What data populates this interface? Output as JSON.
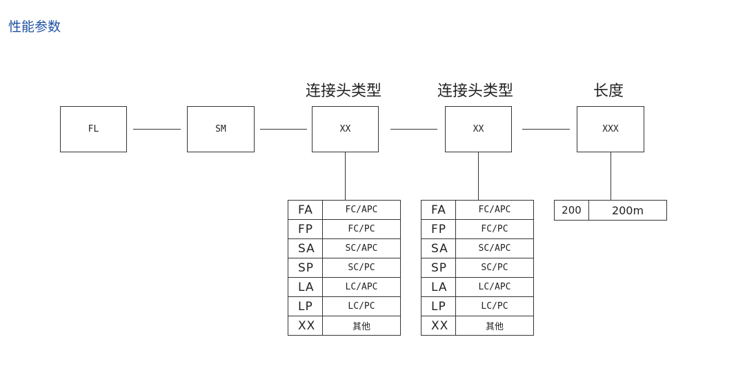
{
  "page_title": "性能参数",
  "headers": {
    "connector1": "连接头类型",
    "connector2": "连接头类型",
    "length": "长度"
  },
  "boxes": {
    "fl": "FL",
    "sm": "SM",
    "conn1": "XX",
    "conn2": "XX",
    "len": "XXX"
  },
  "connector_table_1": [
    {
      "code": "FA",
      "desc": "FC/APC"
    },
    {
      "code": "FP",
      "desc": "FC/PC"
    },
    {
      "code": "SA",
      "desc": "SC/APC"
    },
    {
      "code": "SP",
      "desc": "SC/PC"
    },
    {
      "code": "LA",
      "desc": "LC/APC"
    },
    {
      "code": "LP",
      "desc": "LC/PC"
    },
    {
      "code": "XX",
      "desc": "其他"
    }
  ],
  "connector_table_2": [
    {
      "code": "FA",
      "desc": "FC/APC"
    },
    {
      "code": "FP",
      "desc": "FC/PC"
    },
    {
      "code": "SA",
      "desc": "SC/APC"
    },
    {
      "code": "SP",
      "desc": "SC/PC"
    },
    {
      "code": "LA",
      "desc": "LC/APC"
    },
    {
      "code": "LP",
      "desc": "LC/PC"
    },
    {
      "code": "XX",
      "desc": "其他"
    }
  ],
  "length_table": [
    {
      "code": "200",
      "desc": "200m"
    }
  ]
}
